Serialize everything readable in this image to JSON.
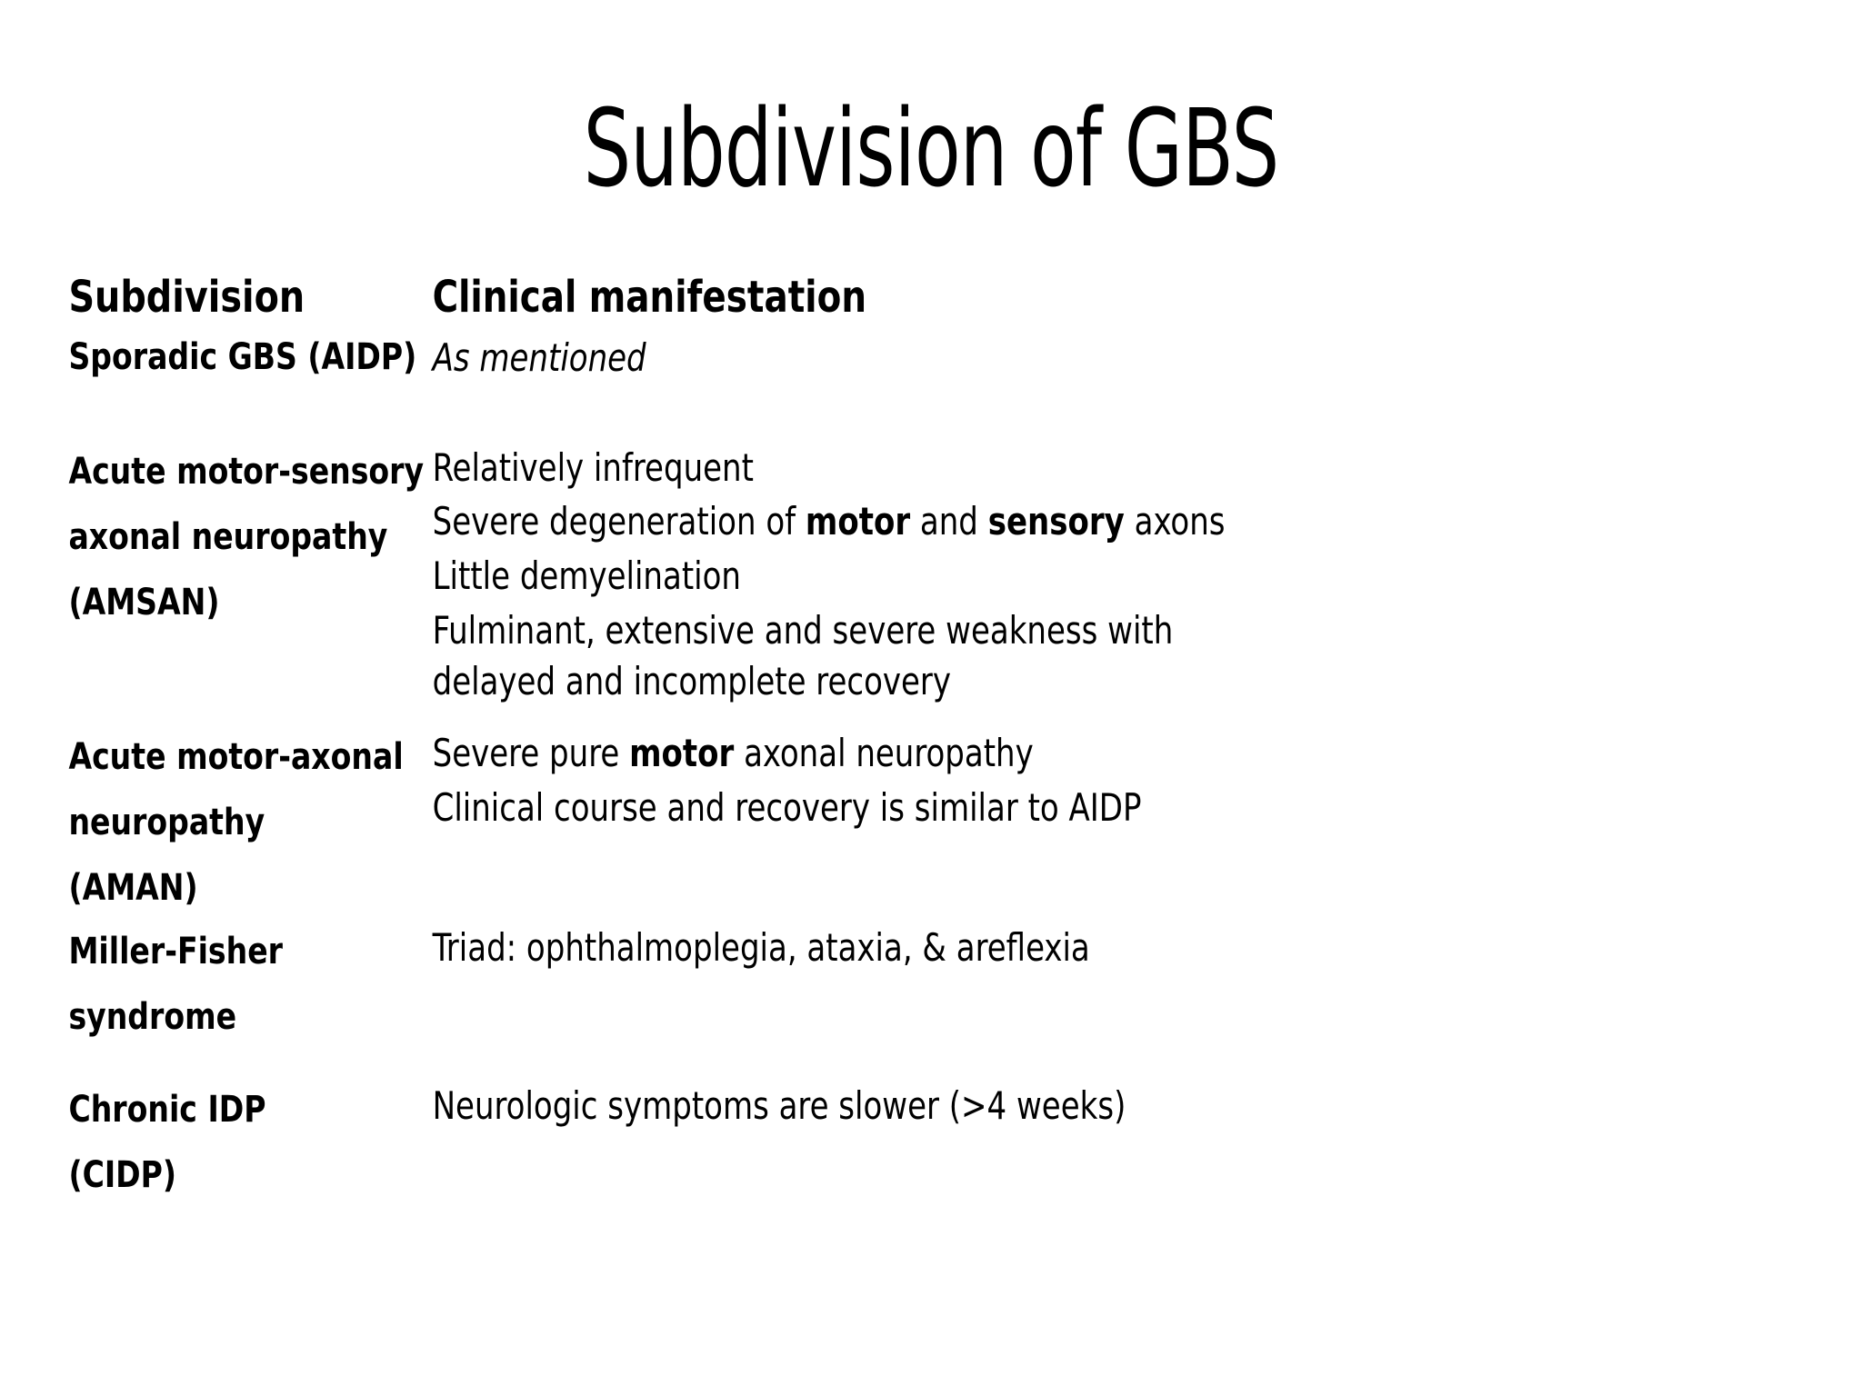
{
  "slide": {
    "title": "Subdivision of GBS",
    "background_color": "#ffffff",
    "text_color": "#000000"
  },
  "table": {
    "headers": {
      "subdivision": "Subdivision",
      "clinical_manifestation": "Clinical manifestation"
    },
    "rows": [
      {
        "id": "aidp",
        "subdivision_lines": [
          "Sporadic GBS (AIDP)"
        ],
        "manifestation_lines": [
          "As mentioned"
        ],
        "manifestation_style": "italic"
      },
      {
        "id": "amsan",
        "subdivision_lines": [
          "Acute motor-sensory",
          "axonal neuropathy",
          "(AMSAN)"
        ],
        "manifestation_lines": [
          "Relatively infrequent",
          "Severe degeneration of motor and sensory axons",
          "Little demyelination",
          "Fulminant, extensive and severe weakness with delayed and incomplete recovery"
        ],
        "manifestation_bold_terms": [
          "motor",
          "sensory"
        ]
      },
      {
        "id": "aman",
        "subdivision_lines": [
          "Acute motor-axonal",
          "neuropathy",
          "(AMAN)"
        ],
        "manifestation_lines": [
          "Severe pure motor axonal neuropathy",
          "Clinical course and recovery is similar to AIDP"
        ],
        "manifestation_bold_terms": [
          "motor"
        ]
      },
      {
        "id": "mfs",
        "subdivision_lines": [
          "Miller-Fisher",
          "syndrome"
        ],
        "manifestation_lines": [
          "Triad: ophthalmoplegia, ataxia, & areflexia"
        ],
        "manifestation_bold_terms": []
      },
      {
        "id": "cidp",
        "subdivision_lines": [
          "Chronic IDP",
          "(CIDP)"
        ],
        "manifestation_lines": [
          "Neurologic symptoms are slower (>4 weeks)"
        ],
        "manifestation_bold_terms": []
      }
    ]
  },
  "fragments": {
    "amsan_line2_a": "Severe degeneration of ",
    "amsan_line2_motor": "motor",
    "amsan_line2_b": " and ",
    "amsan_line2_sensory": "sensory",
    "amsan_line2_c": " axons",
    "amsan_line4_part1": "Fulminant, extensive and severe weakness with",
    "amsan_line4_part2": "delayed and incomplete recovery",
    "aman_line1_a": "Severe pure ",
    "aman_line1_motor": "motor",
    "aman_line1_b": " axonal neuropathy"
  }
}
